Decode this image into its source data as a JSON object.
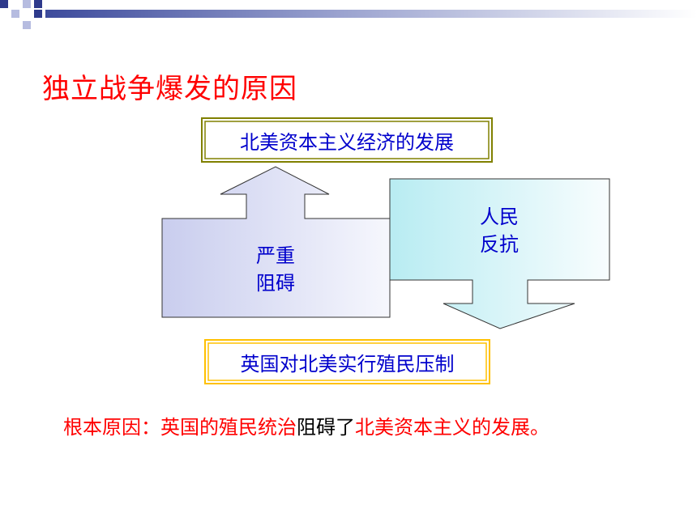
{
  "title": "独立战争爆发的原因",
  "top_box": {
    "label": "北美资本主义经济的发展"
  },
  "bottom_box": {
    "label": "英国对北美实行殖民压制"
  },
  "up_arrow": {
    "line1": "严重",
    "line2": "阻碍"
  },
  "down_arrow": {
    "line1": "人民",
    "line2": "反抗"
  },
  "conclusion": {
    "part1": "根本原因：英国的殖民统治",
    "part2": "阻碍了",
    "part3": "北美资本主义的发展。"
  },
  "colors": {
    "title": "#ff0000",
    "box_text": "#0000cc",
    "top_box_border": "#808000",
    "bottom_box_border": "#ffc000",
    "up_arrow_fill": "#d8dcf0",
    "down_arrow_fill": "#c8f0f4"
  }
}
